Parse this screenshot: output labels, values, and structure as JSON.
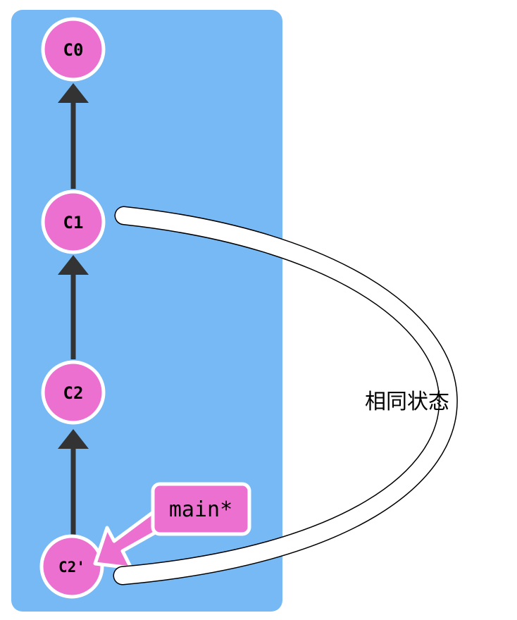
{
  "colors": {
    "panel": "#76b9f5",
    "commit_fill": "#ec70cf",
    "commit_stroke": "#ffffff",
    "edge": "#333333",
    "branch_fill": "#ec70cf",
    "branch_stroke": "#ffffff",
    "connector_stroke": "#000000",
    "connector_fill": "#ffffff"
  },
  "commits": [
    {
      "id": "C0",
      "label": "C0"
    },
    {
      "id": "C1",
      "label": "C1"
    },
    {
      "id": "C2",
      "label": "C2"
    },
    {
      "id": "C2p",
      "label": "C2'"
    }
  ],
  "edges": [
    {
      "from": "C1",
      "to": "C0"
    },
    {
      "from": "C2",
      "to": "C1"
    },
    {
      "from": "C2p",
      "to": "C2"
    }
  ],
  "branch": {
    "label": "main*",
    "target": "C2p"
  },
  "annotation": {
    "text": "相同状态",
    "links": [
      "C1",
      "C2p"
    ]
  }
}
